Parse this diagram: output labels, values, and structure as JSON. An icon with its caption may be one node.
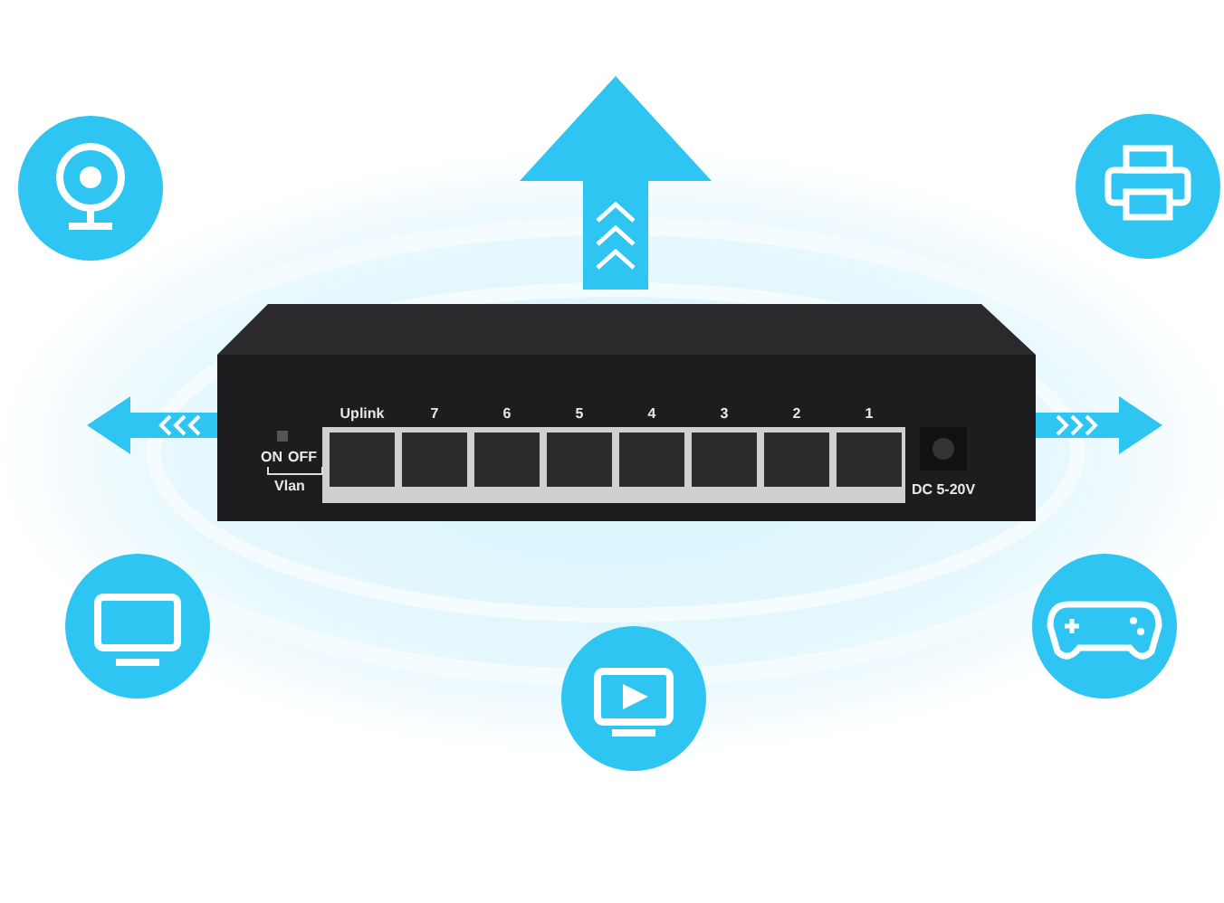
{
  "diagram": {
    "labels": [
      "Uplink",
      "7",
      "6",
      "5",
      "4",
      "3",
      "2",
      "1",
      "ON",
      "OFF",
      "Vlan",
      "DC 5-20V"
    ]
  }
}
